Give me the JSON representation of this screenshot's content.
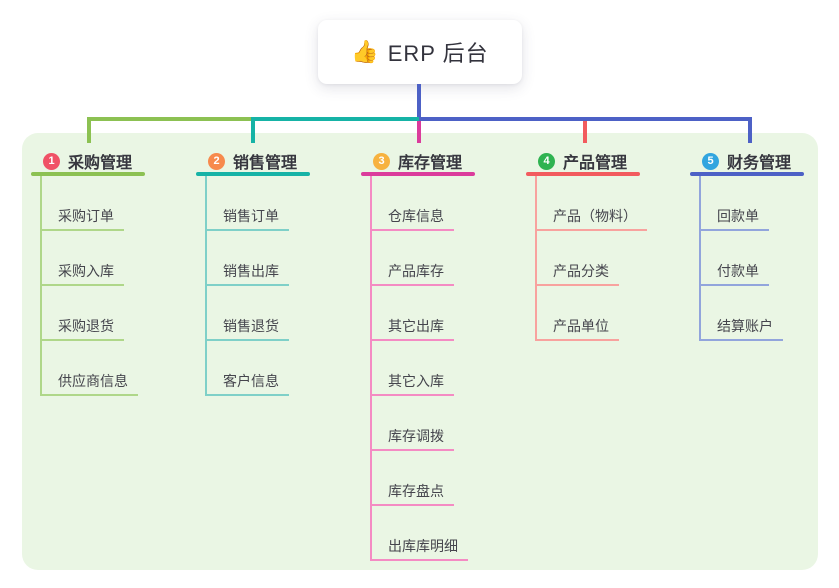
{
  "root": {
    "icon": "thumbs-up",
    "emoji": "👍",
    "title": "ERP 后台"
  },
  "colors": {
    "panel_background": "#EAF6E4",
    "root_connector": "#4D61C6",
    "title_text": "#33333d"
  },
  "branches": [
    {
      "number": "1",
      "label": "采购管理",
      "line_color": "#8CC152",
      "child_line_color": "#AFD789",
      "badge_color": "#F05266",
      "children": [
        "采购订单",
        "采购入库",
        "采购退货",
        "供应商信息"
      ]
    },
    {
      "number": "2",
      "label": "销售管理",
      "line_color": "#16B3A6",
      "child_line_color": "#7FD0C8",
      "badge_color": "#F78A4D",
      "children": [
        "销售订单",
        "销售出库",
        "销售退货",
        "客户信息"
      ]
    },
    {
      "number": "3",
      "label": "库存管理",
      "line_color": "#DB3C9C",
      "child_line_color": "#F48BC3",
      "badge_color": "#F7B23F",
      "children": [
        "仓库信息",
        "产品库存",
        "其它出库",
        "其它入库",
        "库存调拨",
        "库存盘点",
        "出库库明细"
      ]
    },
    {
      "number": "4",
      "label": "产品管理",
      "line_color": "#F25B5E",
      "child_line_color": "#F8A29E",
      "badge_color": "#2FB351",
      "children": [
        "产品（物料）",
        "产品分类",
        "产品单位"
      ]
    },
    {
      "number": "5",
      "label": "财务管理",
      "line_color": "#4D61C6",
      "child_line_color": "#92A5DC",
      "badge_color": "#31A5DF",
      "children": [
        "回款单",
        "付款单",
        "结算账户"
      ]
    }
  ]
}
